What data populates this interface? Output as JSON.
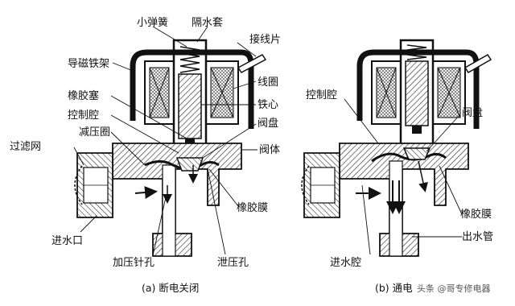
{
  "left": {
    "labels": {
      "spring": "小弹簧",
      "sleeve": "隔水套",
      "terminal": "接线片",
      "frame": "导磁铁架",
      "coil": "线圈",
      "rubber_plug": "橡胶塞",
      "core": "铁心",
      "control_chamber": "控制腔",
      "valve_disc": "阀盘",
      "pressure_ring": "减压圈",
      "valve_body": "阀体",
      "filter": "过滤网",
      "diaphragm": "橡胶膜",
      "inlet": "进水口",
      "press_needle_hole": "加压针孔",
      "relief_hole": "泄压孔"
    },
    "caption": "(a) 断电关闭"
  },
  "right": {
    "labels": {
      "control_chamber": "控制腔",
      "valve_disc": "阀盘",
      "diaphragm": "橡胶膜",
      "outlet_pipe": "出水管",
      "inlet_chamber": "进水腔"
    },
    "caption": "(b) 通电",
    "watermark": "头条 @哥专修电器"
  },
  "colors": {
    "ink": "#111111",
    "hatch": "#555555",
    "bg": "#ffffff"
  }
}
